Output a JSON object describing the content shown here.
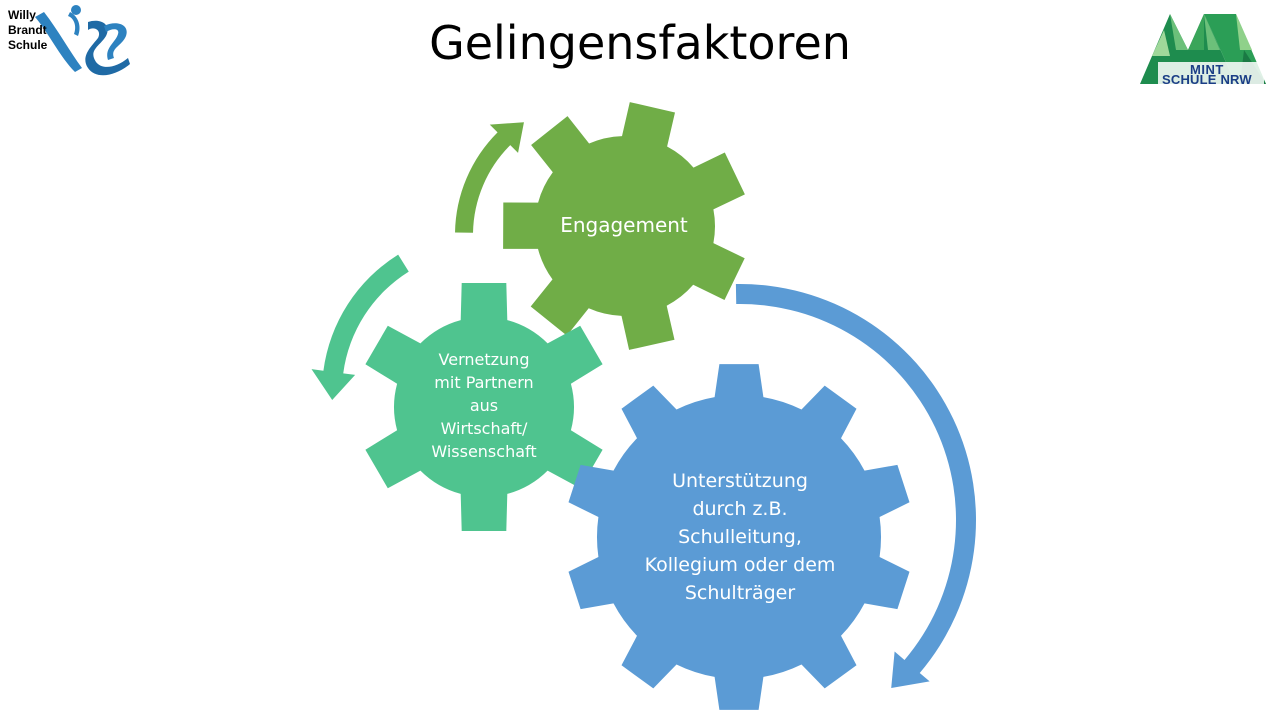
{
  "slide": {
    "title": "Gelingensfaktoren"
  },
  "logos": {
    "left": {
      "lines": [
        "Willy",
        "Brandt",
        "Schule"
      ]
    },
    "right": {
      "line1": "MINT",
      "line2": "SCHULE NRW"
    }
  },
  "gears": {
    "engagement": {
      "label": "Engagement",
      "color": "#70ad47"
    },
    "vernetzung": {
      "label": "Vernetzung\nmit Partnern\naus\nWirtschaft/\nWissenschaft",
      "color": "#4fc48f"
    },
    "unterstuetzung": {
      "label": "Unterstützung\ndurch z.B.\nSchulleitung,\nKollegium oder dem\nSchulträger",
      "color": "#5b9bd5"
    }
  },
  "colors": {
    "arrow_green": "#70ad47",
    "arrow_teal": "#4fc48f",
    "arrow_blue": "#5b9bd5"
  }
}
